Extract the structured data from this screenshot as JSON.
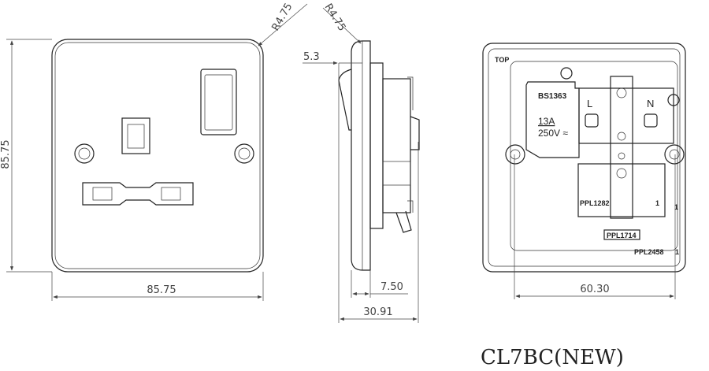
{
  "front_view": {
    "height_dim": "85.75",
    "width_dim": "85.75",
    "corner_radius": "R4.75"
  },
  "side_view": {
    "corner_radius": "R4.75",
    "rocker_dim": "5.3",
    "plate_dim": "7.50",
    "depth_dim": "30.91"
  },
  "rear_view": {
    "top_label": "TOP",
    "standard": "BS1363",
    "live": "L",
    "neutral": "N",
    "current": "13A",
    "voltage": "250V ≈",
    "part1": "PPL1282",
    "part1_rev": "1",
    "part1_rev_b": "1",
    "part2": "PPL1714",
    "part3": "PPL2458",
    "part3_rev": "1",
    "width_dim": "60.30"
  },
  "title": "CL7BC(NEW)"
}
